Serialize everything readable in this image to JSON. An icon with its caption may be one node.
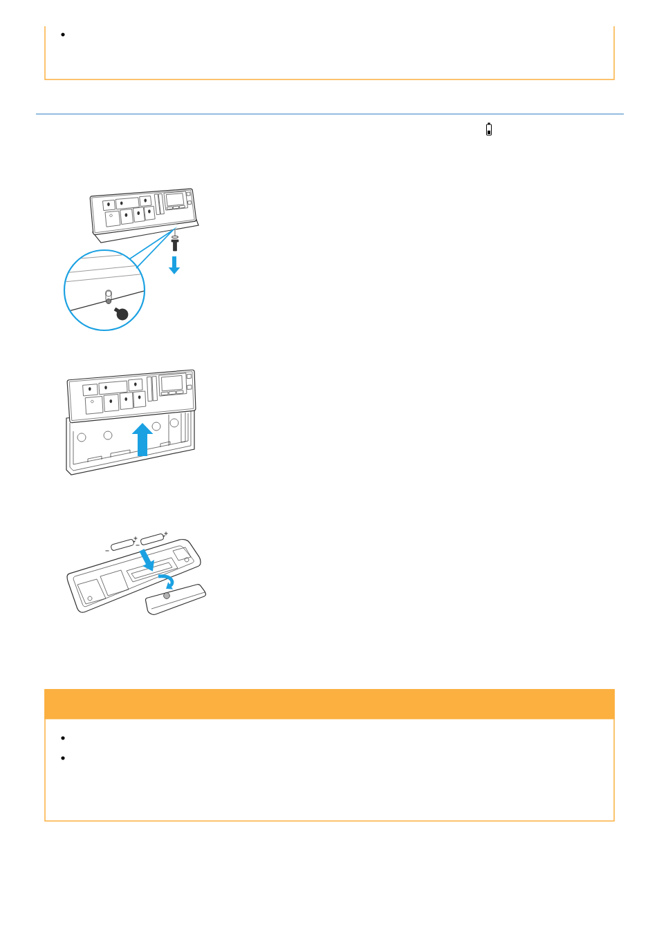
{
  "diagram": {
    "nodes": [
      {
        "text": [],
        "shape": "box"
      },
      {
        "text": [],
        "shape": "picture"
      },
      {
        "text": [],
        "shape": "picture"
      },
      {
        "text": [],
        "shape": "picture"
      },
      {
        "text": [],
        "shape": "box"
      },
      {
        "text": [],
        "shape": "bar",
        "in": 4
      }
    ]
  }
}
